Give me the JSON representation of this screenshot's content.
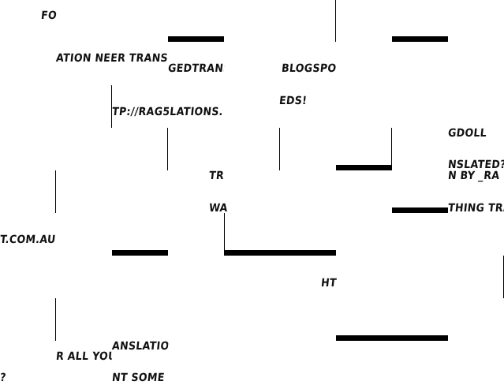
{
  "fragments": [
    "FO",
    "ATION NEER TRANSL",
    "GEDTRANS",
    "BLOGSPOT",
    "EDS!",
    "TP://RAG5LATIONS.",
    "GDOLL",
    "NSLATED?",
    "N BY _RA",
    "TR",
    "WA",
    "THING TRA",
    "T.COM.AU",
    "HT",
    "R ALL YOU",
    "ANSLATIO",
    "NT SOME",
    "?"
  ]
}
